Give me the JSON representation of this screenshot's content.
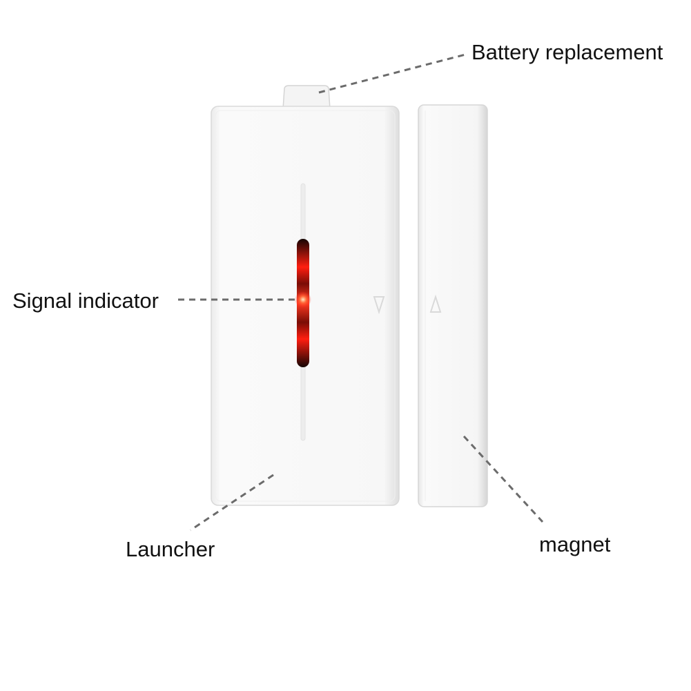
{
  "labels": {
    "battery": "Battery replacement",
    "signal": "Signal indicator",
    "launcher": "Launcher",
    "magnet": "magnet"
  },
  "colors": {
    "background": "#ffffff",
    "device_body": "#f7f7f7",
    "device_edge": "#d9d9d9",
    "led_red": "#ff2a1a",
    "led_dark": "#1a0a08",
    "leader_line": "#6b6b6b",
    "label_text": "#111111"
  }
}
